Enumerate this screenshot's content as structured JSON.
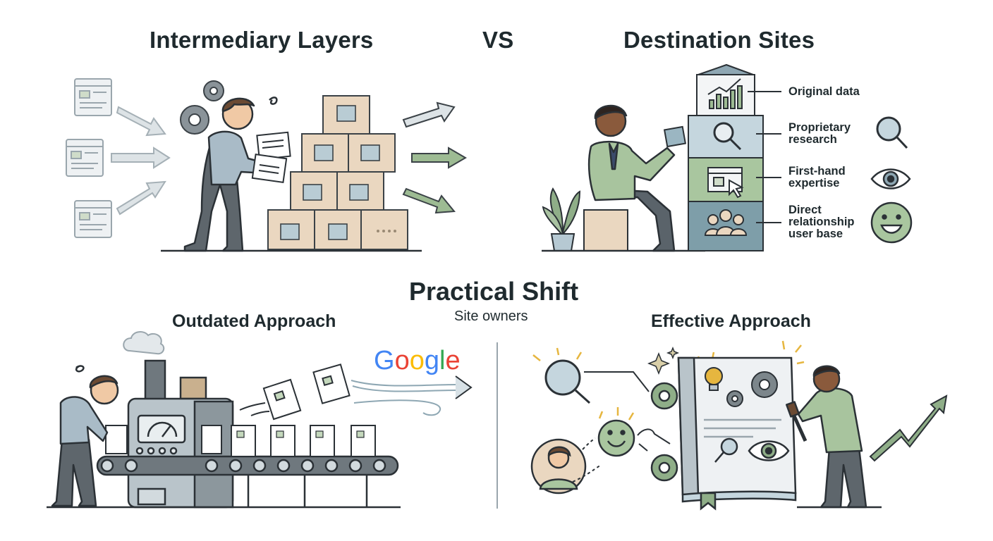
{
  "top": {
    "left_title": "Intermediary Layers",
    "vs": "VS",
    "right_title": "Destination Sites",
    "stack_labels": [
      "Original data",
      "Proprietary\nresearch",
      "First-hand\nexpertise",
      "Direct\nrelationship\nuser base"
    ]
  },
  "bottom": {
    "title": "Practical Shift",
    "subtitle": "Site owners",
    "left_title": "Outdated Approach",
    "right_title": "Effective Approach",
    "brand": "Google"
  },
  "colors": {
    "ink": "#2b3136",
    "green": "#7fa37a",
    "green_light": "#c9dcc0",
    "blue_gray": "#8ea7b3",
    "box": "#e8d5bd",
    "box_dark": "#c9ad8a",
    "gear": "#6b7479",
    "google_blue": "#4285F4",
    "google_red": "#EA4335",
    "google_yellow": "#FBBC05",
    "google_green": "#34A853"
  }
}
